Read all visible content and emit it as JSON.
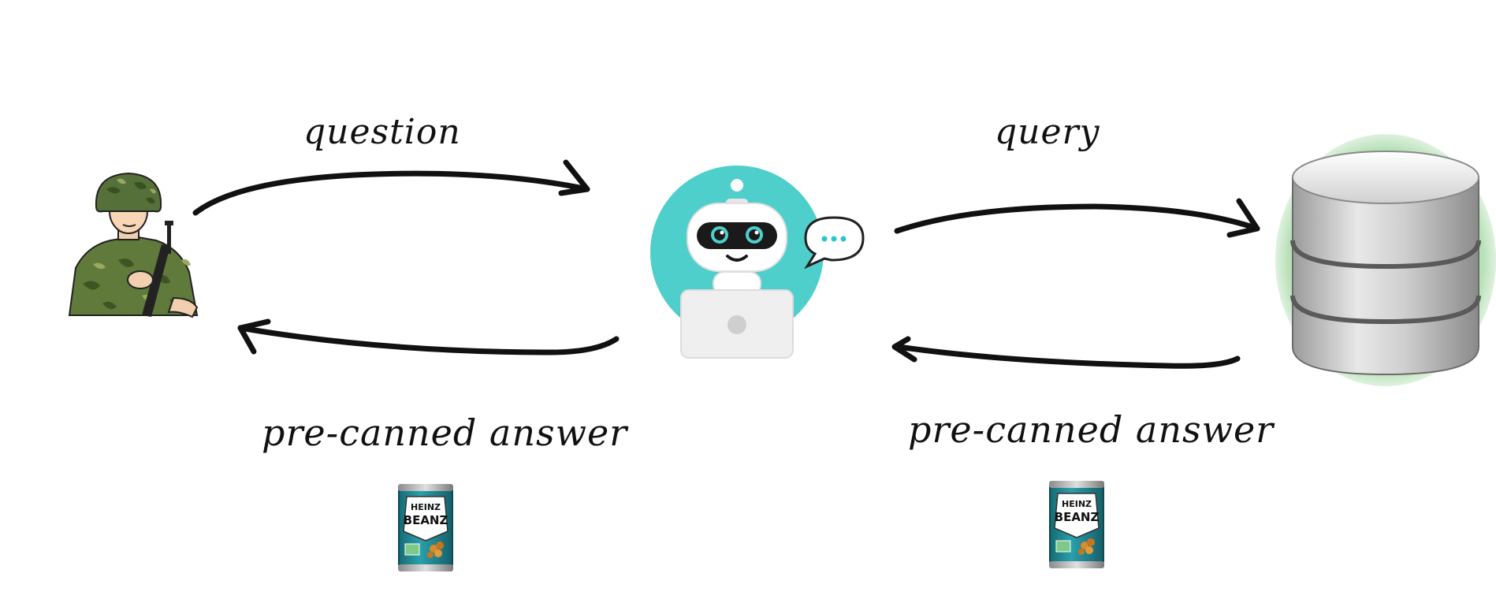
{
  "labels": {
    "question": "question",
    "query": "query",
    "answer_left": "pre-canned answer",
    "answer_right": "pre-canned answer"
  },
  "can": {
    "brand_top": "HEINZ",
    "brand_main": "BEANZ"
  },
  "colors": {
    "robot_circle": "#4ECFCB",
    "robot_accent": "#2CC5C7",
    "arrow": "#111111",
    "can_teal": "#1F8C98",
    "database_glow": "#7BC77B"
  },
  "icons": {
    "soldier": "soldier-icon",
    "robot": "chatbot-robot-icon",
    "database": "database-icon",
    "can": "bean-can-icon"
  }
}
